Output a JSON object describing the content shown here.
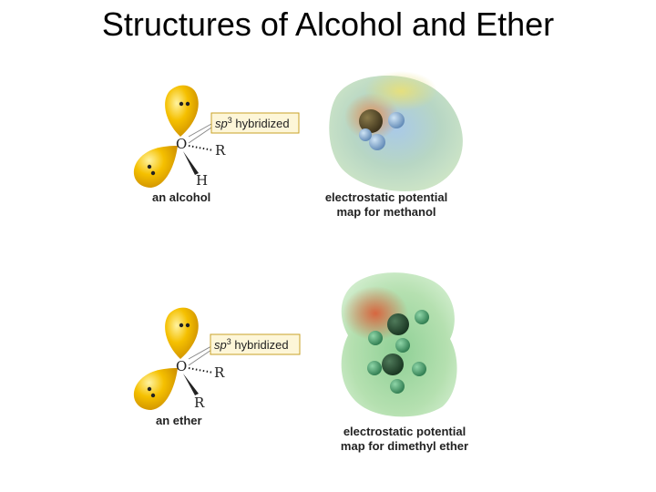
{
  "title": "Structures of Alcohol and Ether",
  "alcohol": {
    "hybrid_label_italic": "sp",
    "hybrid_label_sup": "3",
    "hybrid_label_rest": " hybridized",
    "oxygen": "O",
    "r_group": "R",
    "hydrogen": "H",
    "caption": "an alcohol"
  },
  "methanol_map": {
    "caption_line1": "electrostatic potential",
    "caption_line2": "map for methanol"
  },
  "ether": {
    "hybrid_label_italic": "sp",
    "hybrid_label_sup": "3",
    "hybrid_label_rest": " hybridized",
    "oxygen": "O",
    "r_group_1": "R",
    "r_group_2": "R",
    "caption": "an ether"
  },
  "ether_map": {
    "caption_line1": "electrostatic potential",
    "caption_line2": "map for dimethyl ether"
  },
  "colors": {
    "lobe": "#f2b400",
    "label_box_fill": "#fdf6d8",
    "label_box_stroke": "#c9a227"
  }
}
